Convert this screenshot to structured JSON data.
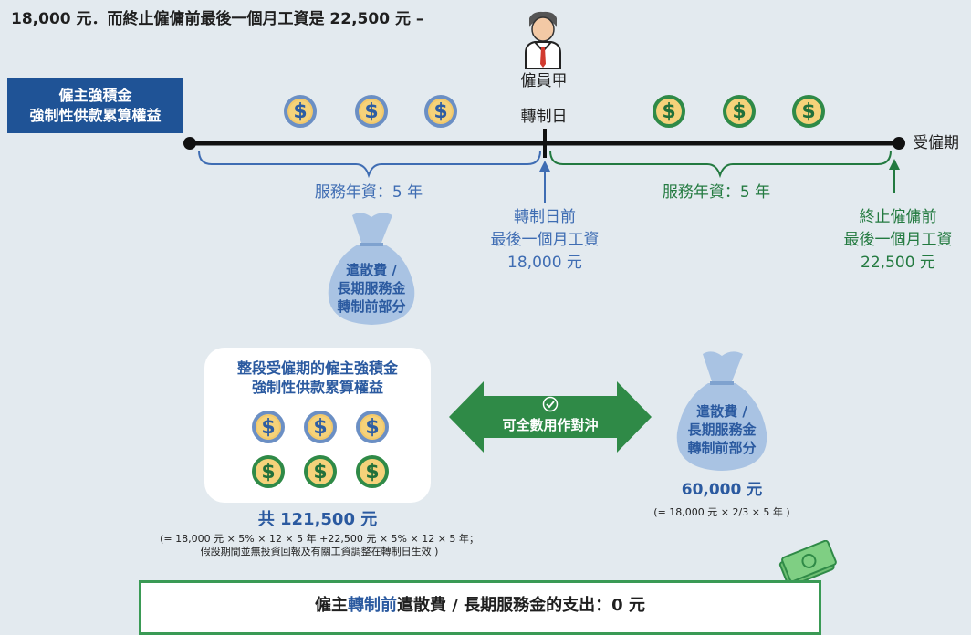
{
  "intro_text": "18,000 元．而終止僱傭前最後一個月工資是 22,500 元 –",
  "mpf_box": {
    "line1": "僱主強積金",
    "line2": "強制性供款累算權益"
  },
  "employee": {
    "name": "僱員甲",
    "transition_label": "轉制日"
  },
  "timeline": {
    "end_label": "受僱期"
  },
  "service_left": "服務年資：5 年",
  "service_right": "服務年資：5 年",
  "pre_transition_note": {
    "line1": "轉制日前",
    "line2": "最後一個月工資",
    "line3": "18,000 元"
  },
  "termination_note": {
    "line1": "終止僱傭前",
    "line2": "最後一個月工資",
    "line3": "22,500 元"
  },
  "bag_top": {
    "line1": "遣散費 /",
    "line2": "長期服務金",
    "line3": "轉制前部分"
  },
  "total_box": {
    "title1": "整段受僱期的僱主強積金",
    "title2": "強制性供款累算權益",
    "total": "共 121,500 元",
    "formula1": "(= 18,000 元 × 5% × 12 × 5 年 +22,500 元 × 5% × 12 × 5 年；",
    "formula2": "假設期間並無投資回報及有關工資調整在轉制日生效 )"
  },
  "offset_arrow": {
    "label": "可全數用作對沖"
  },
  "bag_right": {
    "line1": "遣散費 /",
    "line2": "長期服務金",
    "line3": "轉制前部分",
    "amount": "60,000 元",
    "formula": "(= 18,000 元 × 2/3 × 5 年 )"
  },
  "bottom": {
    "prefix": "僱主",
    "highlight": "轉制前",
    "suffix": "遣散費 / 長期服務金的支出：0 元"
  },
  "colors": {
    "blue": "#1f5396",
    "green": "#2f8a47",
    "coin_fill": "#f5d27a",
    "highlight": "#2b5aa0"
  },
  "icons": {
    "coin": "dollar-coin-icon",
    "bag": "money-bag-icon",
    "person": "employee-icon",
    "cash": "cash-bills-icon",
    "check": "check-circle-icon"
  }
}
